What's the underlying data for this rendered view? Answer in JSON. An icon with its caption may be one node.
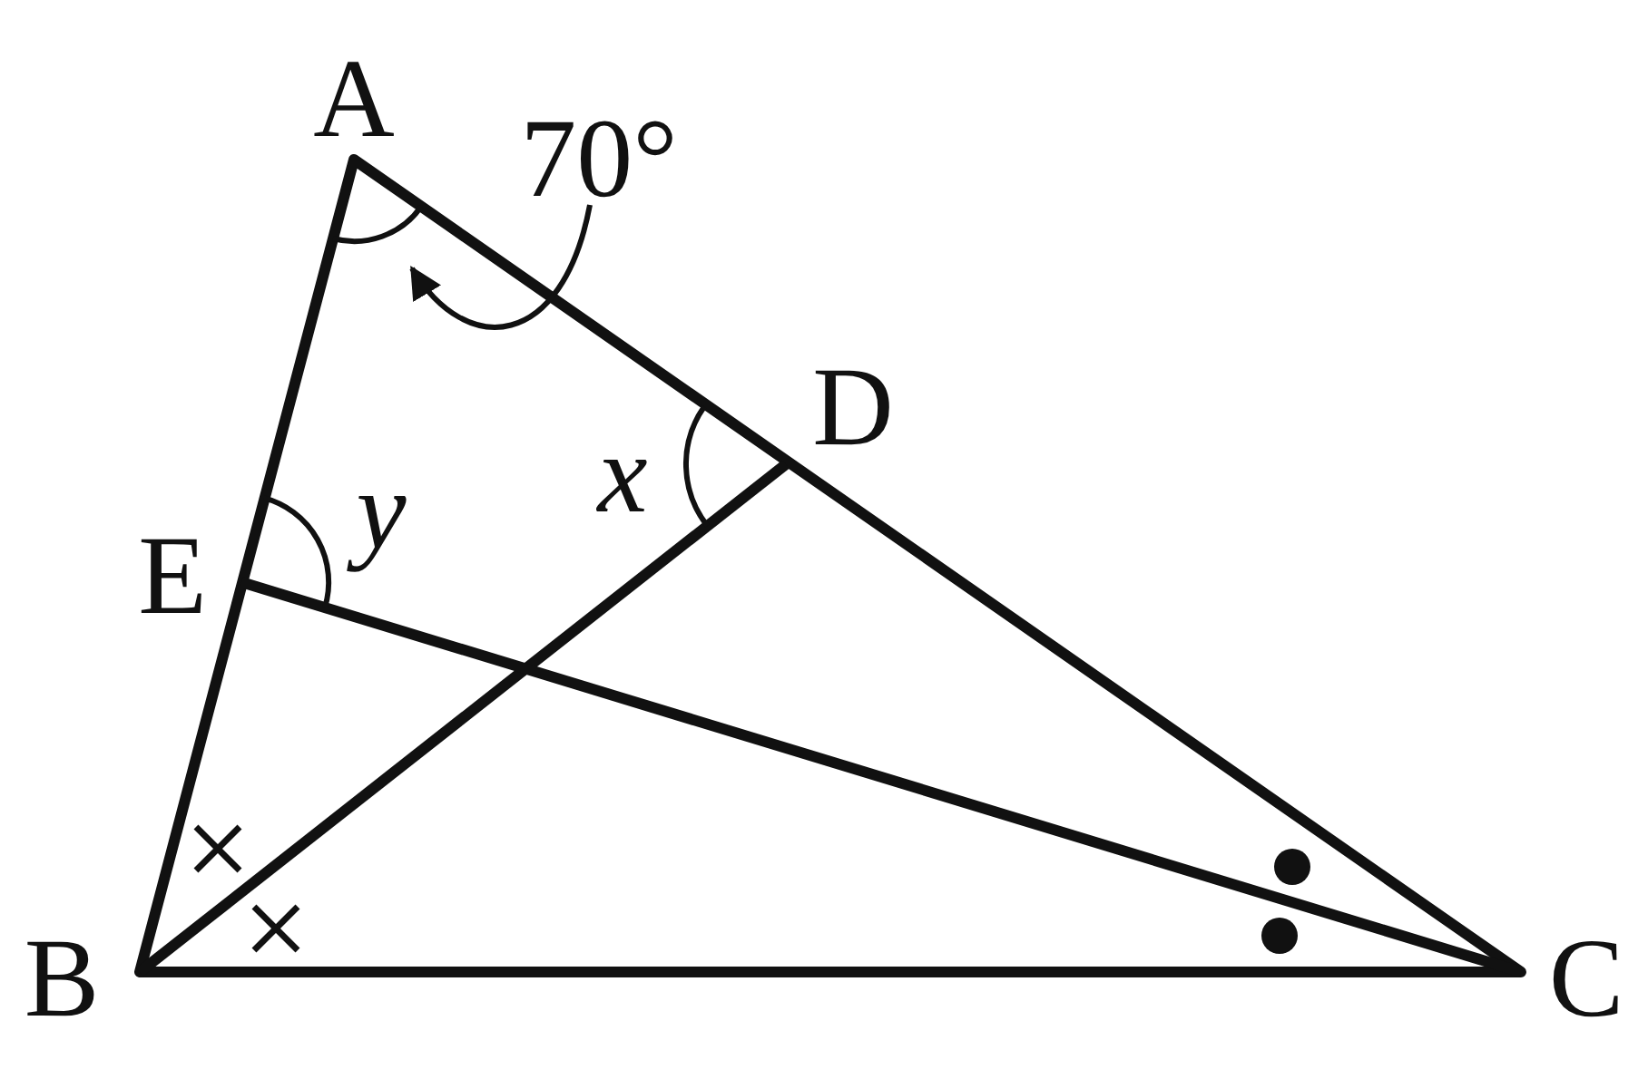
{
  "diagram": {
    "nodes": [
      {
        "text": [
          "70°"
        ]
      },
      {
        "text": [],
        "shape": "arc"
      }
    ],
    "edges": [
      {
        "from": 0,
        "to": 1,
        "arrow": "to"
      }
    ],
    "labels": [
      "A",
      "D",
      "E",
      "y",
      "x",
      "B",
      "C"
    ]
  }
}
